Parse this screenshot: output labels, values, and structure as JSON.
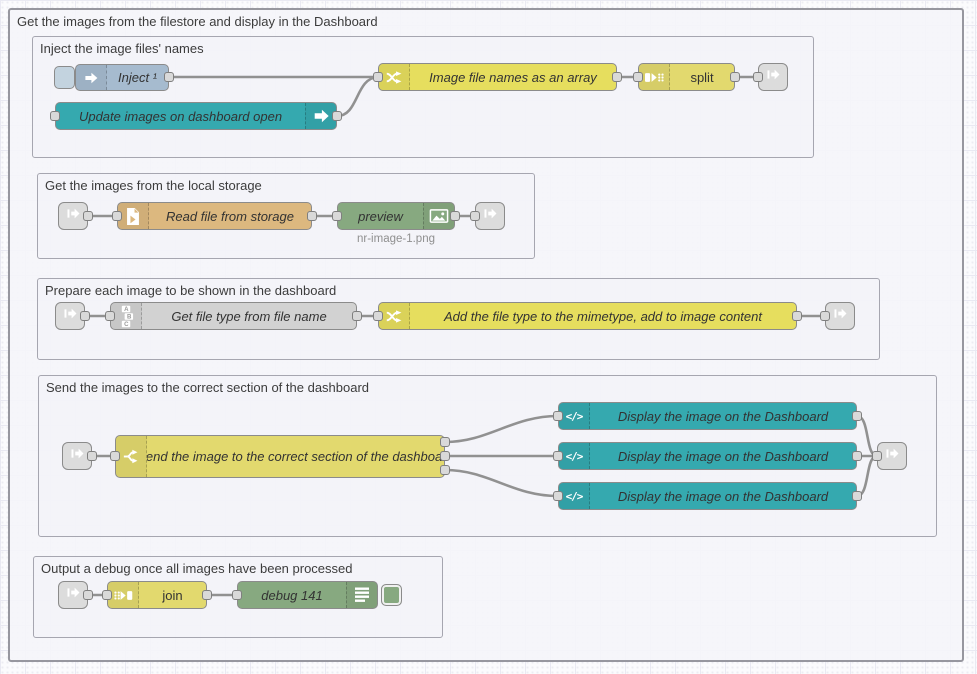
{
  "outer_group": {
    "title": "Get the images from the filestore and display in the Dashboard"
  },
  "groups": [
    {
      "title": "Inject the image files' names"
    },
    {
      "title": "Get the images from the local storage"
    },
    {
      "title": "Prepare each image to be shown in the dashboard"
    },
    {
      "title": "Send the images to the correct section of the dashboard"
    },
    {
      "title": "Output a debug once all images have been processed"
    }
  ],
  "nodes": {
    "inject": {
      "label": "Inject ¹",
      "type": "inject"
    },
    "update_images": {
      "label": "Update images on dashboard open",
      "type": "ui-control"
    },
    "image_file_names": {
      "label": "Image file names as an array",
      "type": "function"
    },
    "split": {
      "label": "split",
      "type": "split"
    },
    "read_file": {
      "label": "Read file from storage",
      "type": "file-in"
    },
    "preview": {
      "label": "preview",
      "type": "image-preview",
      "status": "nr-image-1.png"
    },
    "get_file_type": {
      "label": "Get file type from file name",
      "type": "change"
    },
    "add_file_type": {
      "label": "Add the file type to the mimetype, add to image content",
      "type": "function"
    },
    "switch": {
      "label": "Send the image to the correct section of the dashboard",
      "type": "switch",
      "outputs": 3
    },
    "display1": {
      "label": "Display the image on the Dashboard",
      "type": "ui-template"
    },
    "display2": {
      "label": "Display the image on the Dashboard",
      "type": "ui-template"
    },
    "display3": {
      "label": "Display the image on the Dashboard",
      "type": "ui-template"
    },
    "join": {
      "label": "join",
      "type": "join"
    },
    "debug": {
      "label": "debug 141",
      "type": "debug",
      "enabled": true
    }
  },
  "icons": {
    "inject": "arrow-right-icon",
    "link": "link-arrow-icon",
    "function": "shuffle-arrows-icon",
    "split": "split-icon",
    "join": "join-icon",
    "file": "document-icon",
    "change": "abc-blocks-icon",
    "switch": "fork-icon",
    "template": "code-brackets-icon",
    "preview": "picture-icon",
    "debug": "console-lines-icon"
  },
  "colors": {
    "inject": "#a6bbcf",
    "teal": "#35a9af",
    "function": "#e6de5e",
    "yellow": "#e2d96e",
    "file": "#dcb87f",
    "gray": "#d2d2d2",
    "green": "#87a980",
    "link": "#dcdcdc",
    "wire": "#919191"
  }
}
